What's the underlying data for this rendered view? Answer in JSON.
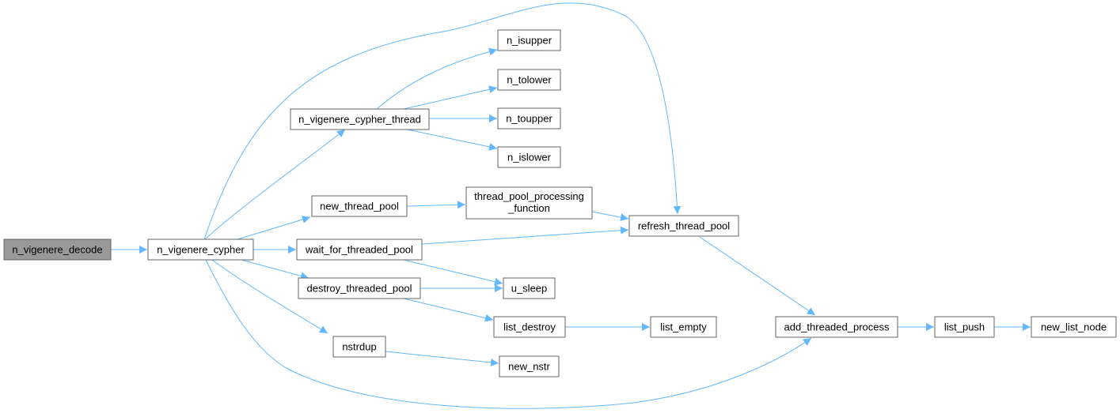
{
  "colors": {
    "edge": "#63b8ff",
    "node_border": "#666666",
    "root_fill": "#999999",
    "node_fill": "#ffffff"
  },
  "nodes": {
    "n_vigenere_decode": "n_vigenere_decode",
    "n_vigenere_cypher": "n_vigenere_cypher",
    "n_vigenere_cypher_thread": "n_vigenere_cypher_thread",
    "new_thread_pool": "new_thread_pool",
    "wait_for_threaded_pool": "wait_for_threaded_pool",
    "destroy_threaded_pool": "destroy_threaded_pool",
    "nstrdup": "nstrdup",
    "n_isupper": "n_isupper",
    "n_tolower": "n_tolower",
    "n_toupper": "n_toupper",
    "n_islower": "n_islower",
    "thread_pool_processing_function_l1": "thread_pool_processing",
    "thread_pool_processing_function_l2": "_function",
    "refresh_thread_pool": "refresh_thread_pool",
    "u_sleep": "u_sleep",
    "list_destroy": "list_destroy",
    "new_nstr": "new_nstr",
    "list_empty": "list_empty",
    "add_threaded_process": "add_threaded_process",
    "list_push": "list_push",
    "new_list_node": "new_list_node"
  }
}
